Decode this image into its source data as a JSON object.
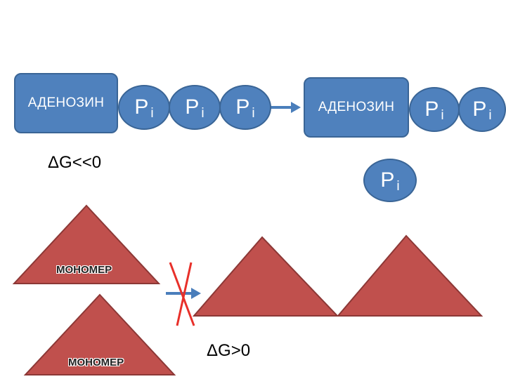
{
  "top_row": {
    "left_box_label": "АДЕНОЗИН",
    "right_box_label": "АДЕНОЗИН",
    "phosphate": {
      "base": "P",
      "sub": "i"
    }
  },
  "delta_g_negative": "ΔG<<0",
  "delta_g_positive": "ΔG>0",
  "monomer_label": "МОНОМЕР",
  "colors": {
    "node_fill": "#4f81bd",
    "node_border": "#3a6596",
    "triangle_fill": "#c0504d",
    "triangle_border": "#8c3836",
    "arrow": "#4a7ebb",
    "cross": "#e8302a"
  }
}
